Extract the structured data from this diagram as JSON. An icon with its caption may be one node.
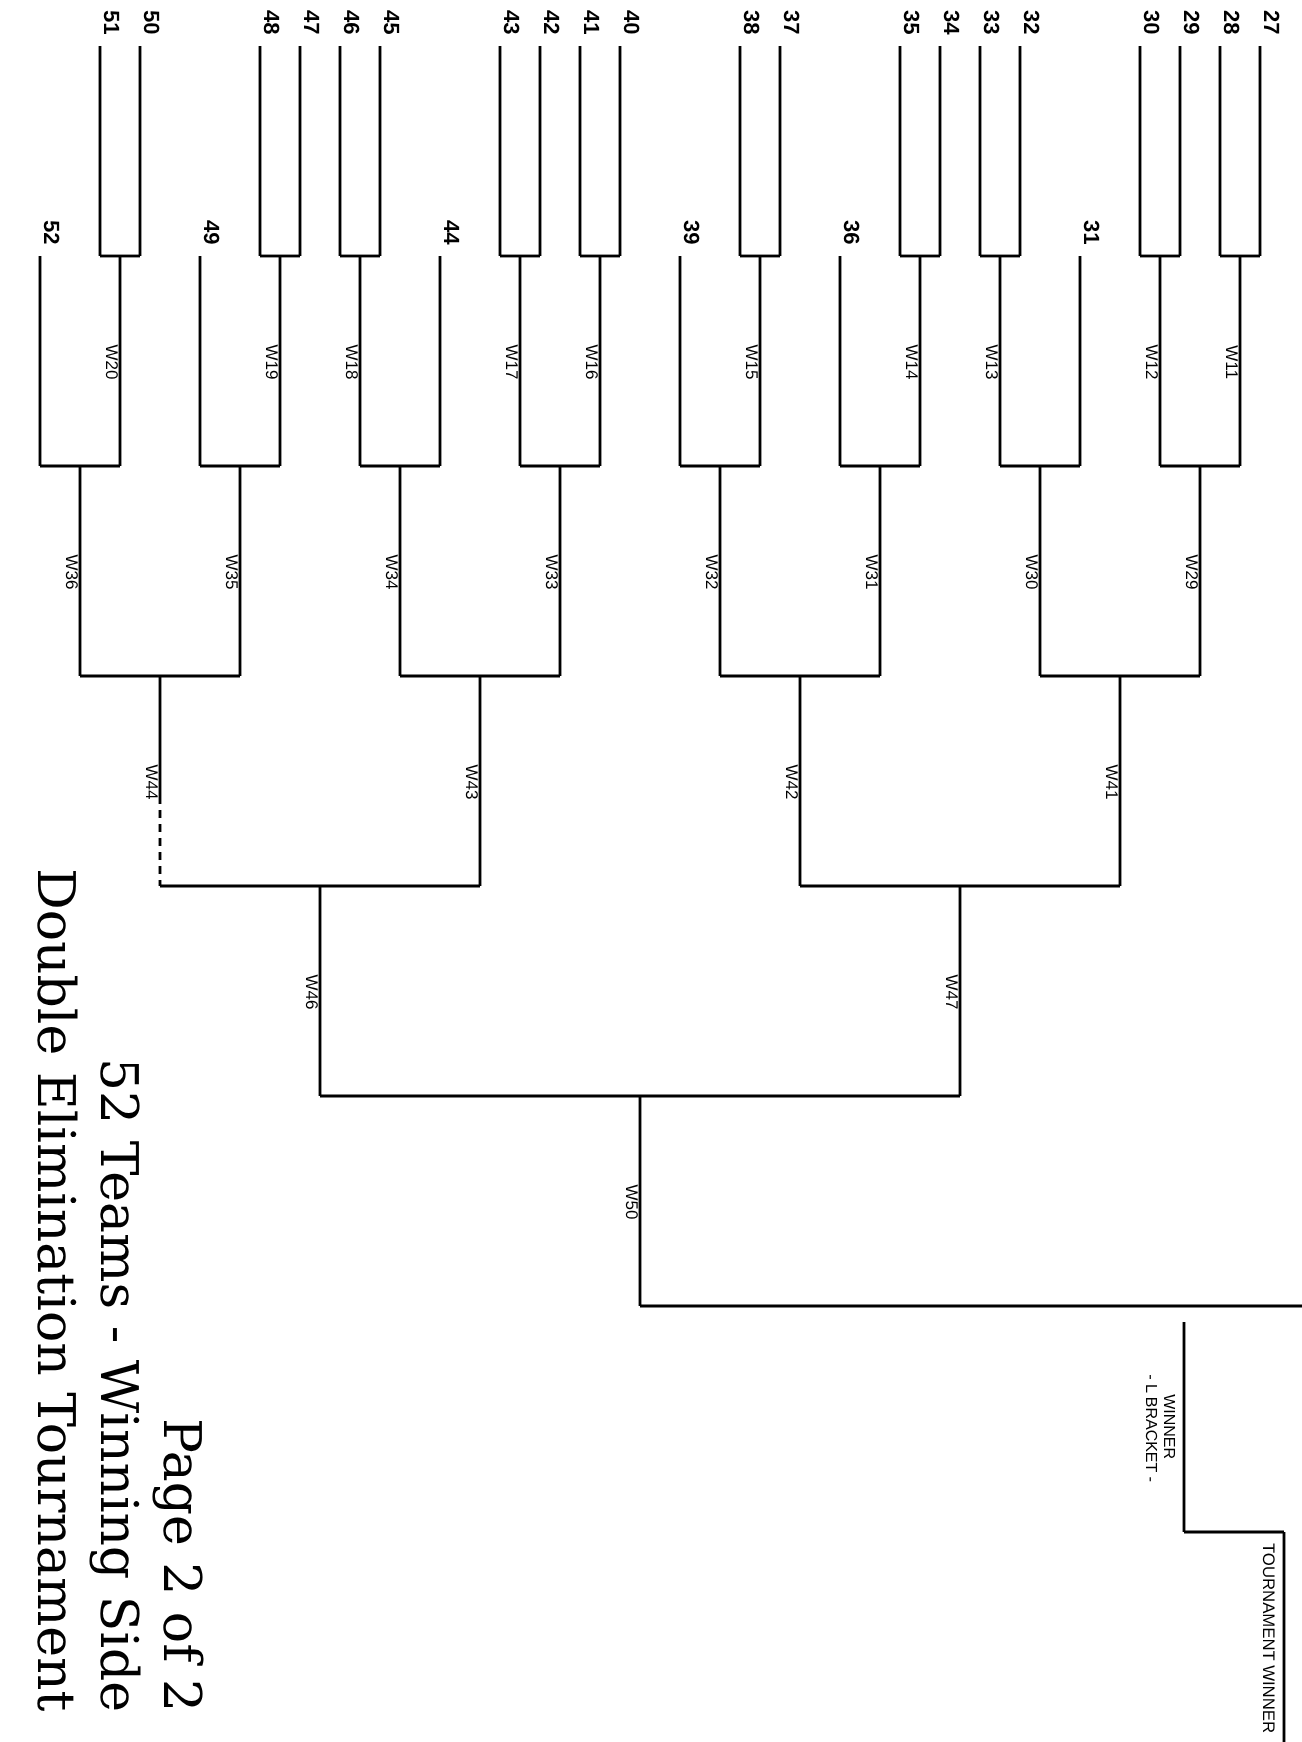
{
  "diagram": {
    "title": "Double Elimination Tournament",
    "nodes": [
      {
        "text": [
          "27"
        ]
      },
      {
        "text": [
          "28"
        ]
      },
      {
        "text": [
          "29"
        ]
      },
      {
        "text": [
          "30"
        ]
      },
      {
        "text": [
          "31"
        ]
      },
      {
        "text": [
          "32"
        ]
      },
      {
        "text": [
          "33"
        ]
      },
      {
        "text": [
          "34"
        ]
      },
      {
        "text": [
          "35"
        ]
      },
      {
        "text": [
          "36"
        ]
      },
      {
        "text": [
          "37"
        ]
      },
      {
        "text": [
          "38"
        ]
      },
      {
        "text": [
          "39"
        ]
      },
      {
        "text": [
          "40"
        ]
      },
      {
        "text": [
          "41"
        ]
      },
      {
        "text": [
          "42"
        ]
      },
      {
        "text": [
          "43"
        ]
      },
      {
        "text": [
          "44"
        ]
      },
      {
        "text": [
          "45"
        ]
      },
      {
        "text": [
          "46"
        ]
      },
      {
        "text": [
          "47"
        ]
      },
      {
        "text": [
          "48"
        ]
      },
      {
        "text": [
          "49"
        ]
      },
      {
        "text": [
          "50"
        ]
      },
      {
        "text": [
          "51"
        ]
      },
      {
        "text": [
          "52"
        ]
      },
      {
        "text": [
          "W11"
        ]
      },
      {
        "text": [
          "W12"
        ]
      },
      {
        "text": [
          "W13"
        ]
      },
      {
        "text": [
          "W14"
        ]
      },
      {
        "text": [
          "W15"
        ]
      },
      {
        "text": [
          "W16"
        ]
      },
      {
        "text": [
          "W17"
        ]
      },
      {
        "text": [
          "W18"
        ]
      },
      {
        "text": [
          "W19"
        ]
      },
      {
        "text": [
          "W20"
        ]
      },
      {
        "text": [
          "W29"
        ]
      },
      {
        "text": [
          "W30"
        ]
      },
      {
        "text": [
          "W31"
        ]
      },
      {
        "text": [
          "W32"
        ]
      },
      {
        "text": [
          "W33"
        ]
      },
      {
        "text": [
          "W34"
        ]
      },
      {
        "text": [
          "W35"
        ]
      },
      {
        "text": [
          "W36"
        ]
      },
      {
        "text": [
          "W41"
        ]
      },
      {
        "text": [
          "W42"
        ]
      },
      {
        "text": [
          "W43"
        ]
      },
      {
        "text": [
          "W44"
        ]
      },
      {
        "text": [
          "W47"
        ]
      },
      {
        "text": [
          "W46"
        ]
      },
      {
        "text": [
          "W50"
        ]
      },
      {
        "text": [
          "WINNER - L BRACKET -"
        ]
      },
      {
        "text": [
          "TOURNAMENT WINNER"
        ]
      }
    ],
    "edges": [
      {
        "from": 0,
        "to": 26,
        "arrow": "none"
      },
      {
        "from": 1,
        "to": 26,
        "arrow": "none"
      },
      {
        "from": 2,
        "to": 27,
        "arrow": "none"
      },
      {
        "from": 3,
        "to": 27,
        "arrow": "none"
      },
      {
        "from": 5,
        "to": 28,
        "arrow": "none"
      },
      {
        "from": 6,
        "to": 28,
        "arrow": "none"
      },
      {
        "from": 7,
        "to": 29,
        "arrow": "none"
      },
      {
        "from": 8,
        "to": 29,
        "arrow": "none"
      },
      {
        "from": 10,
        "to": 30,
        "arrow": "none"
      },
      {
        "from": 11,
        "to": 30,
        "arrow": "none"
      },
      {
        "from": 13,
        "to": 31,
        "arrow": "none"
      },
      {
        "from": 14,
        "to": 31,
        "arrow": "none"
      },
      {
        "from": 15,
        "to": 32,
        "arrow": "none"
      },
      {
        "from": 16,
        "to": 32,
        "arrow": "none"
      },
      {
        "from": 18,
        "to": 33,
        "arrow": "none"
      },
      {
        "from": 19,
        "to": 33,
        "arrow": "none"
      },
      {
        "from": 20,
        "to": 34,
        "arrow": "none"
      },
      {
        "from": 21,
        "to": 34,
        "arrow": "none"
      },
      {
        "from": 23,
        "to": 35,
        "arrow": "none"
      },
      {
        "from": 24,
        "to": 35,
        "arrow": "none"
      },
      {
        "from": 26,
        "to": 36,
        "arrow": "none"
      },
      {
        "from": 27,
        "to": 36,
        "arrow": "none"
      },
      {
        "from": 4,
        "to": 37,
        "arrow": "none"
      },
      {
        "from": 28,
        "to": 37,
        "arrow": "none"
      },
      {
        "from": 29,
        "to": 38,
        "arrow": "none"
      },
      {
        "from": 9,
        "to": 38,
        "arrow": "none"
      },
      {
        "from": 30,
        "to": 39,
        "arrow": "none"
      },
      {
        "from": 12,
        "to": 39,
        "arrow": "none"
      },
      {
        "from": 31,
        "to": 40,
        "arrow": "none"
      },
      {
        "from": 32,
        "to": 40,
        "arrow": "none"
      },
      {
        "from": 17,
        "to": 41,
        "arrow": "none"
      },
      {
        "from": 33,
        "to": 41,
        "arrow": "none"
      },
      {
        "from": 34,
        "to": 42,
        "arrow": "none"
      },
      {
        "from": 22,
        "to": 42,
        "arrow": "none"
      },
      {
        "from": 35,
        "to": 43,
        "arrow": "none"
      },
      {
        "from": 25,
        "to": 43,
        "arrow": "none"
      },
      {
        "from": 36,
        "to": 44,
        "arrow": "none"
      },
      {
        "from": 37,
        "to": 44,
        "arrow": "none"
      },
      {
        "from": 38,
        "to": 45,
        "arrow": "none"
      },
      {
        "from": 39,
        "to": 45,
        "arrow": "none"
      },
      {
        "from": 40,
        "to": 46,
        "arrow": "none"
      },
      {
        "from": 41,
        "to": 46,
        "arrow": "none"
      },
      {
        "from": 42,
        "to": 47,
        "arrow": "none"
      },
      {
        "from": 43,
        "to": 47,
        "arrow": "none"
      },
      {
        "from": 44,
        "to": 48,
        "arrow": "none"
      },
      {
        "from": 45,
        "to": 48,
        "arrow": "none"
      },
      {
        "from": 46,
        "to": 49,
        "arrow": "none"
      },
      {
        "from": 47,
        "to": 49,
        "arrow": "none"
      },
      {
        "from": 48,
        "to": 50,
        "arrow": "none"
      },
      {
        "from": 49,
        "to": 50,
        "arrow": "none"
      },
      {
        "from": 50,
        "to": null,
        "arrow": "none"
      },
      {
        "from": 51,
        "to": 52,
        "arrow": "none"
      }
    ],
    "labels": [
      "Page 2 of 2",
      "52 Teams - Winning Side"
    ]
  }
}
